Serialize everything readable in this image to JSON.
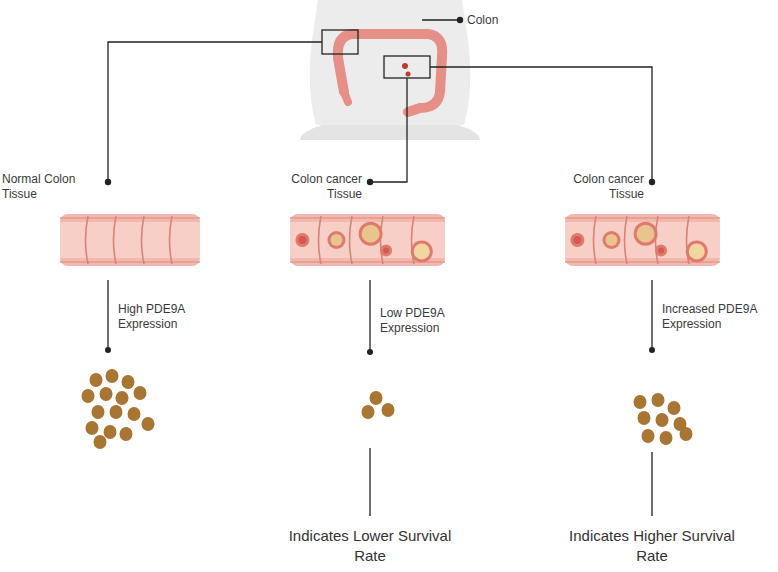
{
  "diagram": {
    "labels": [
      "Colon",
      "Normal Colon Tissue",
      "Colon cancer Tissue",
      "Colon cancer Tissue",
      "High PDE9A Expression",
      "Low PDE9A Expression",
      "Increased PDE9A Expression",
      "Indicates Lower Survival Rate",
      "Indicates Higher Survival Rate"
    ]
  }
}
